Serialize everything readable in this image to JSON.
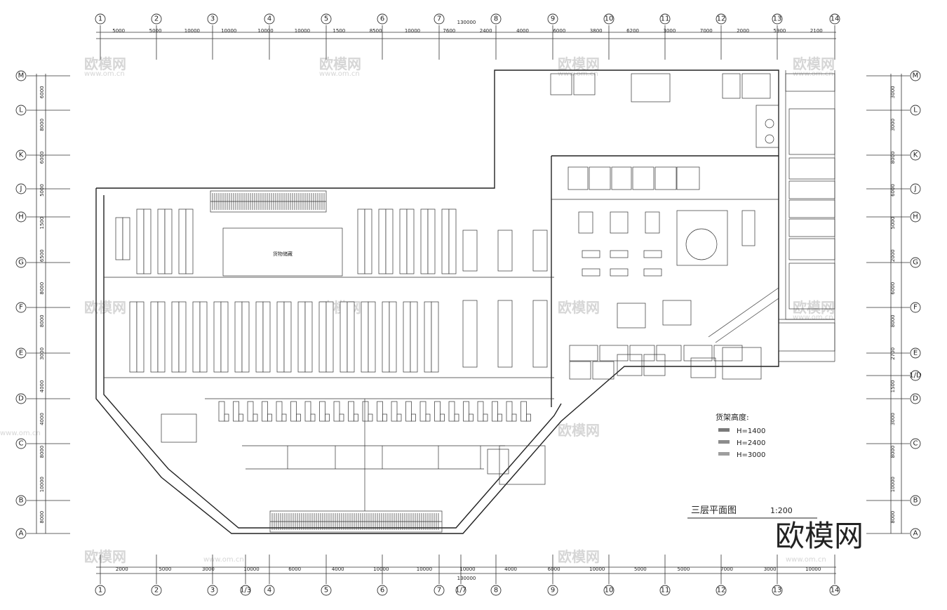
{
  "overall_dimension": "130000",
  "axes_top": [
    "1",
    "2",
    "3",
    "4",
    "5",
    "6",
    "7",
    "8",
    "9",
    "10",
    "11",
    "12",
    "13",
    "14"
  ],
  "axes_bottom": [
    "1",
    "2",
    "3",
    "1/3",
    "4",
    "5",
    "6",
    "7",
    "1/7",
    "8",
    "9",
    "10",
    "11",
    "12",
    "13",
    "14"
  ],
  "axes_left": [
    "M",
    "L",
    "K",
    "J",
    "H",
    "G",
    "F",
    "E",
    "D",
    "C",
    "B",
    "A"
  ],
  "axes_right": [
    "M",
    "L",
    "K",
    "J",
    "H",
    "G",
    "F",
    "E",
    "1/D",
    "D",
    "C",
    "B",
    "A"
  ],
  "top_dims_outer": [
    "5000",
    "5000",
    "10000",
    "10000",
    "10000",
    "10000",
    "1500",
    "8500",
    "10000",
    "7600",
    "2400",
    "4000",
    "6000",
    "3800",
    "6200",
    "3000",
    "7000",
    "2000",
    "5900",
    "2100"
  ],
  "bottom_dims_outer": [
    "2000",
    "5000",
    "3000",
    "10000",
    "6000",
    "4000",
    "10000",
    "10000",
    "10000",
    "4000",
    "6000",
    "10000",
    "5000",
    "5000",
    "7000",
    "3000",
    "10000"
  ],
  "left_dims": [
    "6000",
    "8000",
    "6000",
    "5000",
    "1500",
    "6500",
    "8000",
    "8000",
    "3000",
    "4000",
    "4000",
    "8000",
    "10000",
    "8000"
  ],
  "right_dims": [
    "3000",
    "3000",
    "8000",
    "6000",
    "5000",
    "2000",
    "6000",
    "8000",
    "2700",
    "1500",
    "3000",
    "8000",
    "10000",
    "8000"
  ],
  "labels": {
    "main_storage": "货物储藏",
    "legend_title": "货架高度:",
    "legend_items": [
      "H=1400",
      "H=2400",
      "H=3000"
    ],
    "drawing_title": "三层平面图",
    "drawing_scale": "1:200"
  },
  "watermark": {
    "brand": "欧模网",
    "url": "www.om.cn"
  },
  "legend_colors": [
    "#7a7a7a",
    "#8c8c8c",
    "#9e9e9e"
  ]
}
